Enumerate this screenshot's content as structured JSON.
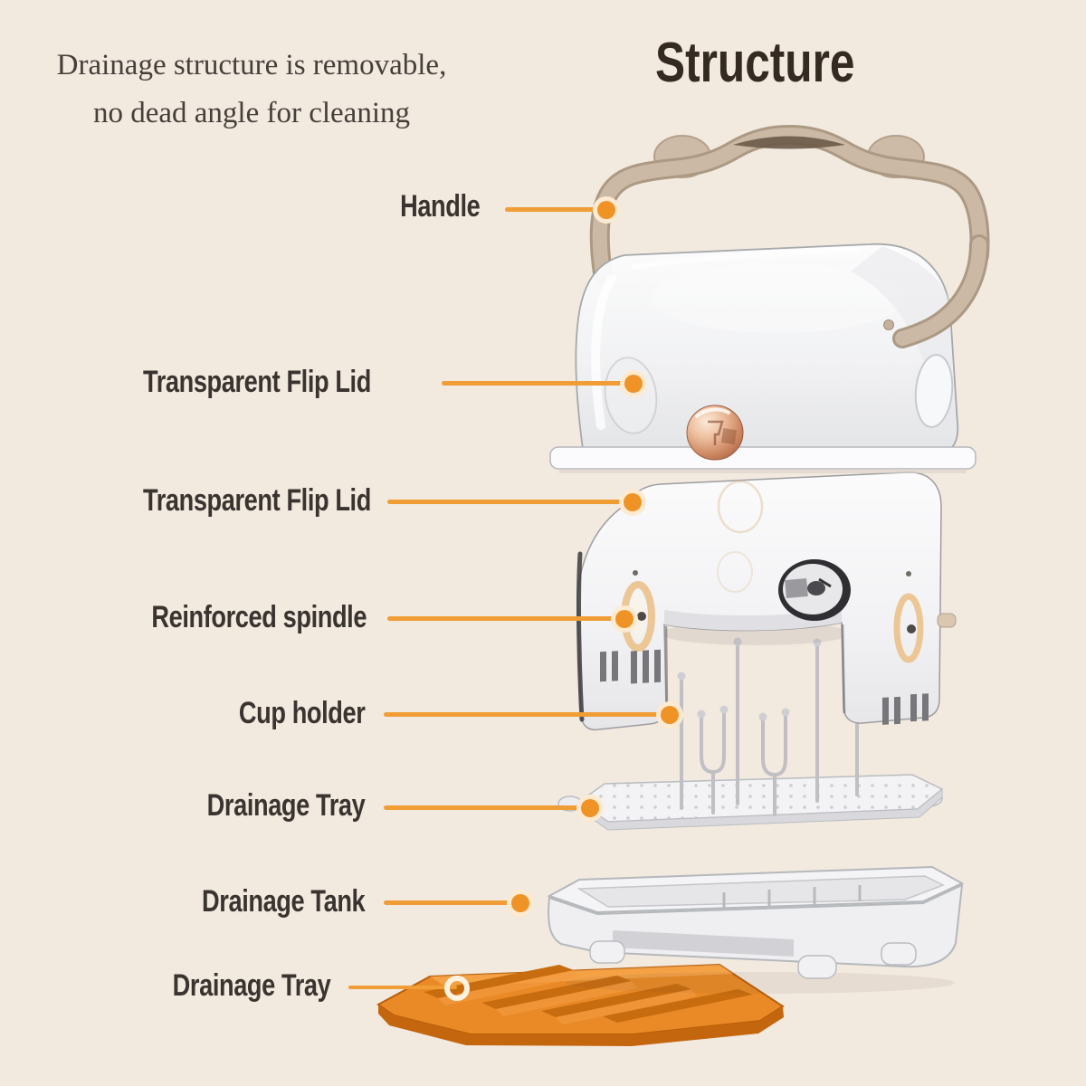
{
  "page": {
    "title": "Structure",
    "intro": {
      "line1": "Drainage structure is removable,",
      "line2": "no dead angle for cleaning"
    },
    "background_color": "#f2e9df"
  },
  "colors": {
    "accent_orange_line": "#f19d35",
    "accent_orange_dot": "#ef9327",
    "label_text": "#3a3430",
    "title_text": "#342a21",
    "intro_text": "#45403a",
    "handle_tan": "#cbb9a6",
    "gold_ring": "#ecc795",
    "knob_rose_gold": "#d99a74",
    "bottom_tray_orange": "#e8831c",
    "product_white": "#f6f6f8"
  },
  "annotations": [
    {
      "text": "Handle",
      "target": "handle"
    },
    {
      "text": "Transparent Flip Lid",
      "target": "top-flip-lid"
    },
    {
      "text": "Transparent Flip Lid",
      "target": "front-flip-lid"
    },
    {
      "text": "Reinforced spindle",
      "target": "spindle"
    },
    {
      "text": "Cup holder",
      "target": "cup-holder"
    },
    {
      "text": "Drainage Tray",
      "target": "upper-drainage-tray"
    },
    {
      "text": "Drainage Tank",
      "target": "drainage-tank"
    },
    {
      "text": "Drainage Tray",
      "target": "bottom-drainage-tray"
    }
  ]
}
